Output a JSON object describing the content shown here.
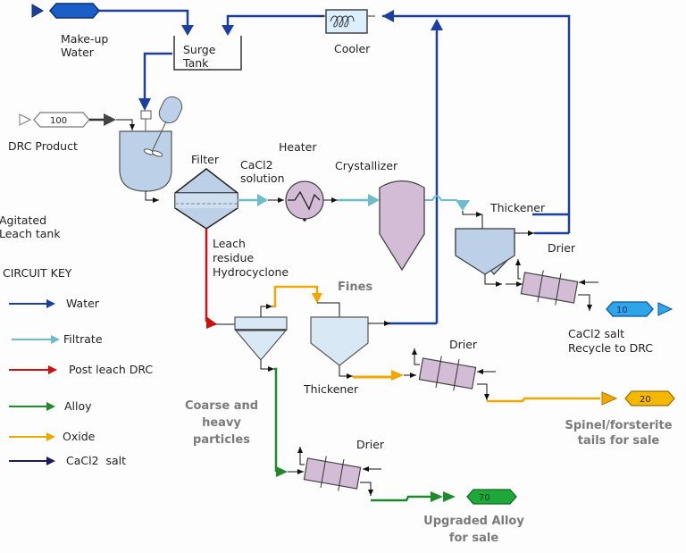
{
  "title": "CaCl2 leach circuit process flow diagram",
  "colors": {
    "water": "#1a3fa0",
    "filtrate": "#6bbccc",
    "post_leach": "#d01010",
    "alloy": "#1f8a2a",
    "oxide": "#f0a800",
    "salt": "#1a1a66",
    "vessel_blue": "#bcd0e8",
    "vessel_purple": "#d3bcd6"
  },
  "equipment": {
    "surge_tank": "Surge\nTank",
    "cooler": "Cooler",
    "leach_tank": "Agitated\nLeach tank",
    "filter": "Filter",
    "heater": "Heater",
    "crystallizer": "Crystallizer",
    "thickener_top": "Thickener",
    "drier_top": "Drier",
    "hydrocyclone": "Leach\nresidue\nHydrocyclone",
    "thickener_mid": "Thickener",
    "drier_mid": "Drier",
    "drier_bottom": "Drier"
  },
  "streams": {
    "makeup_water": "Make-up\nWater",
    "drc_product": "DRC Product",
    "drc_product_tag": "100",
    "cacl2_solution": "CaCl2\nsolution",
    "fines": "Fines",
    "coarse": "Coarse and\nheavy\nparticles",
    "cacl2_recycle": "CaCl2 salt\nRecycle to DRC",
    "cacl2_recycle_tag": "10",
    "spinel": "Spinel/forsterite\ntails for sale",
    "spinel_tag": "20",
    "alloy_product": "Upgraded Alloy\nfor sale",
    "alloy_tag": "70"
  },
  "key": {
    "title": "CIRCUIT KEY",
    "items": [
      {
        "label": "Water",
        "color": "#1a3fa0"
      },
      {
        "label": "Filtrate",
        "color": "#6bbccc"
      },
      {
        "label": "Post leach DRC",
        "color": "#d01010"
      },
      {
        "label": "Alloy",
        "color": "#1f8a2a"
      },
      {
        "label": "Oxide",
        "color": "#f0a800"
      },
      {
        "label": "CaCl2  salt",
        "color": "#1a1a66"
      }
    ]
  }
}
